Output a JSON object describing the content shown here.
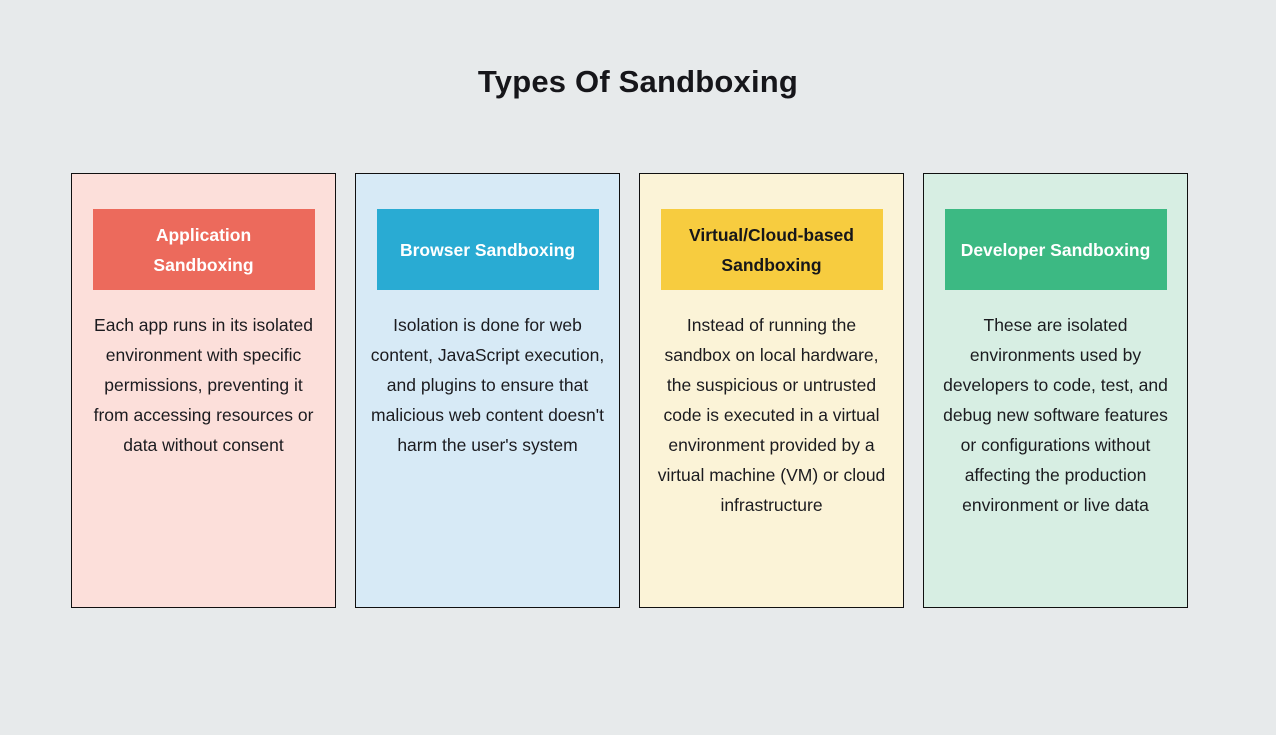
{
  "page": {
    "title": "Types Of Sandboxing",
    "background": "#E7EAEB"
  },
  "cards": [
    {
      "title": "Application Sandboxing",
      "description": "Each app runs in its isolated environment with specific permissions, preventing it from accessing resources or data without consent",
      "header_bg": "#EC6A5C",
      "header_text_color": "#FFFFFF",
      "body_bg": "#FCDFDA"
    },
    {
      "title": "Browser Sandboxing",
      "description": "Isolation is done for web content, JavaScript execution, and plugins to ensure that malicious web content doesn't harm the user's system",
      "header_bg": "#29ABD3",
      "header_text_color": "#FFFFFF",
      "body_bg": "#D7EAF6"
    },
    {
      "title": "Virtual/Cloud-based Sandboxing",
      "description": "Instead of running the sandbox on local hardware, the suspicious or untrusted code is executed in a virtual environment provided by a virtual machine (VM) or cloud infrastructure",
      "header_bg": "#F7CC3F",
      "header_text_color": "#16161a",
      "body_bg": "#FBF3D7"
    },
    {
      "title": "Developer Sandboxing",
      "description": "These are isolated environments used by developers to code, test, and debug new software features or configurations without affecting the production environment or live data",
      "header_bg": "#3CB983",
      "header_text_color": "#FFFFFF",
      "body_bg": "#D7EEE3"
    }
  ]
}
